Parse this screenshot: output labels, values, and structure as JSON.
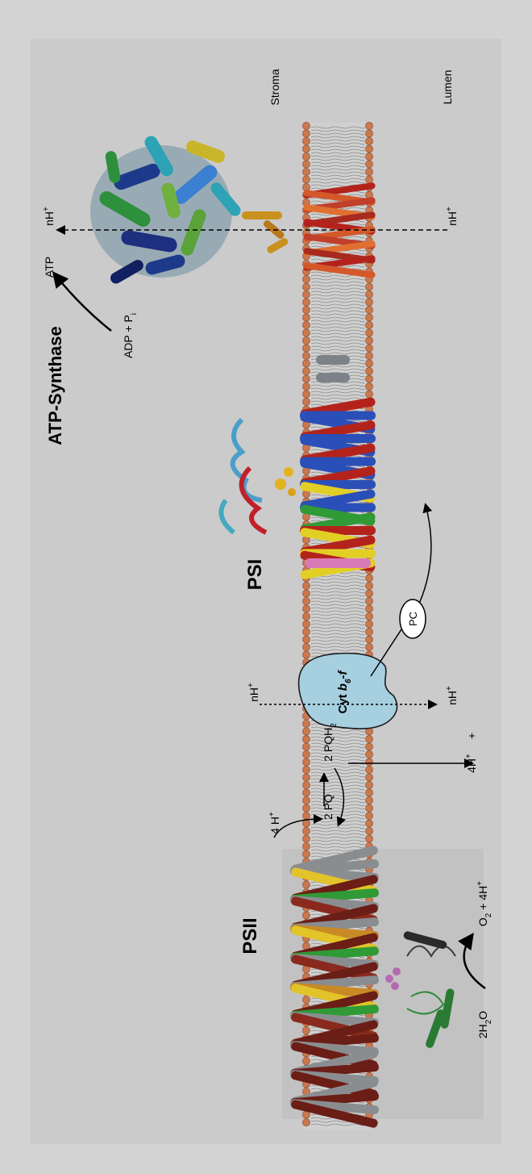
{
  "labels": {
    "stroma": "Stroma",
    "lumen": "Lumen",
    "atp_synthase": "ATP-Synthase",
    "psi": "PSI",
    "psii": "PSII",
    "cyt_prefix": "Cyt ",
    "cyt_b": "b",
    "cyt_6": "6",
    "cyt_suffix": "-f",
    "pc": "PC",
    "atp": "ATP",
    "adp": "ADP + P",
    "adp_sub": "i",
    "nh_stroma_atp": "nH",
    "nh_lumen_atp": "nH",
    "nh_stroma_cyt": "nH",
    "nh_lumen_cyt": "nH",
    "h4_stroma": "4 H",
    "h4_lumen": "4H",
    "plus": "+",
    "plus_sign": "+",
    "pq_left": "2 PQ",
    "pq_right": "2 PQH",
    "pq_sub": "2",
    "water": "2H",
    "water_sub1": "2",
    "water_O": "O",
    "o2": "O",
    "o2_sub": "2",
    "o2_rest": " + 4H"
  },
  "colors": {
    "background": "#d3d3d3",
    "panel": "#cbcbcb",
    "lipid_head": "#c9784f",
    "cyt_blob": "#a6cfdf",
    "psi_blue": "#2a4fb8",
    "psi_red": "#b3231c",
    "psi_yellow": "#e2cf25",
    "psi_green": "#2f9a36",
    "atp_orange": "#d4582a",
    "psii_dark": "#6b1e16",
    "psii_gray": "#8a8d90"
  }
}
